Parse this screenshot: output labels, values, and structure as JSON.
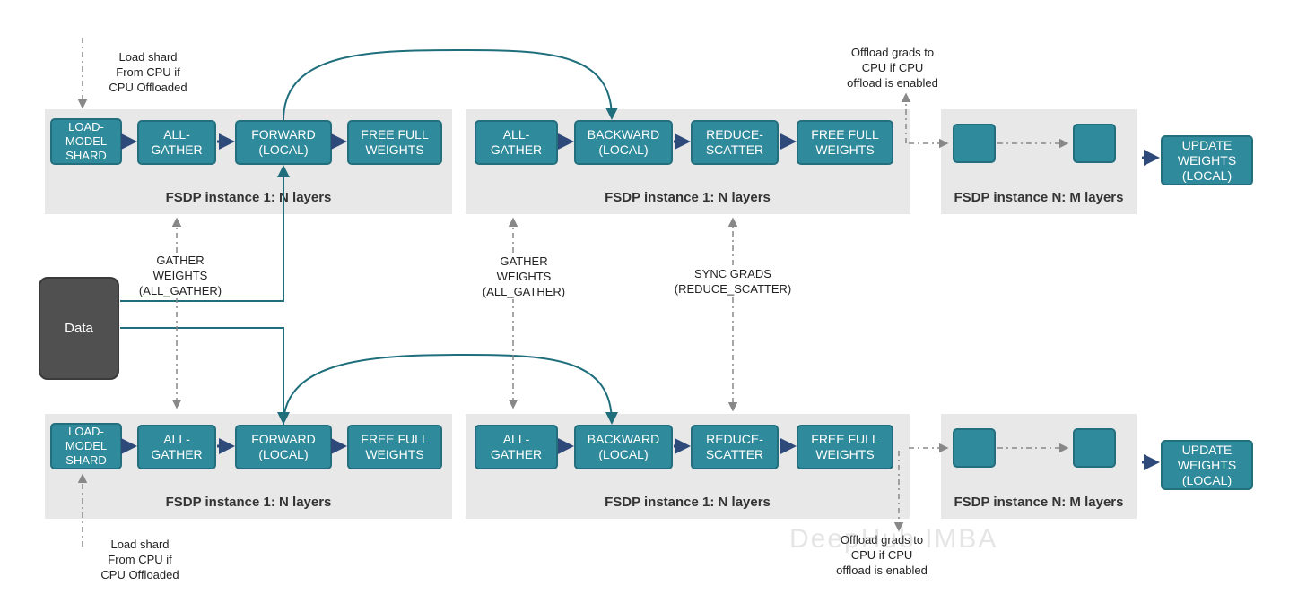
{
  "panels": {
    "p1": "FSDP instance 1: N layers",
    "p2": "FSDP instance 1: N layers",
    "p3": "FSDP instance N: M layers",
    "p4": "FSDP instance 1: N layers",
    "p5": "FSDP instance 1: N layers",
    "p6": "FSDP instance N: M layers"
  },
  "top": {
    "load": "LOAD-\nMODEL\nSHARD",
    "gather1": "ALL-\nGATHER",
    "forward": "FORWARD\n(LOCAL)",
    "free1": "FREE FULL\nWEIGHTS",
    "gather2": "ALL-\nGATHER",
    "backward": "BACKWARD\n(LOCAL)",
    "reduce": "REDUCE-\nSCATTER",
    "free2": "FREE FULL\nWEIGHTS",
    "update": "UPDATE\nWEIGHTS\n(LOCAL)"
  },
  "bottom": {
    "load": "LOAD-\nMODEL\nSHARD",
    "gather1": "ALL-\nGATHER",
    "forward": "FORWARD\n(LOCAL)",
    "free1": "FREE FULL\nWEIGHTS",
    "gather2": "ALL-\nGATHER",
    "backward": "BACKWARD\n(LOCAL)",
    "reduce": "REDUCE-\nSCATTER",
    "free2": "FREE FULL\nWEIGHTS",
    "update": "UPDATE\nWEIGHTS\n(LOCAL)"
  },
  "data_label": "Data",
  "notes": {
    "load_top": "Load shard\nFrom CPU if\nCPU Offloaded",
    "load_bottom": "Load shard\nFrom CPU if\nCPU Offloaded",
    "offload_top": "Offload grads to\nCPU if CPU\noffload is enabled",
    "offload_bottom": "Offload grads to\nCPU if CPU\noffload is enabled",
    "gather_left": "GATHER\nWEIGHTS\n(ALL_GATHER)",
    "gather_mid": "GATHER\nWEIGHTS\n(ALL_GATHER)",
    "sync": "SYNC GRADS\n(REDUCE_SCATTER)"
  },
  "watermark": "DeepHub IMBA",
  "colors": {
    "box": "#2f8a9b",
    "panel": "#e8e8e8",
    "data": "#505050",
    "arrow": "#2d4a7a"
  }
}
